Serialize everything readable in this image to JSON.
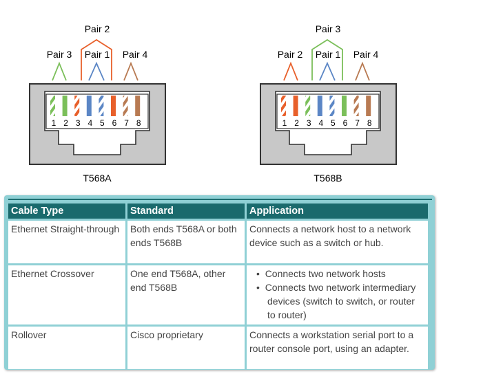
{
  "diagrams": [
    {
      "name": "T568A",
      "caption": "T568A",
      "top_pair": "Pair 2",
      "pairs_row": [
        "Pair 3",
        "Pair 1",
        "Pair 4"
      ],
      "pins": [
        "1",
        "2",
        "3",
        "4",
        "5",
        "6",
        "7",
        "8"
      ]
    },
    {
      "name": "T568B",
      "caption": "T568B",
      "top_pair": "Pair 3",
      "pairs_row": [
        "Pair 2",
        "Pair 1",
        "Pair 4"
      ],
      "pins": [
        "1",
        "2",
        "3",
        "4",
        "5",
        "6",
        "7",
        "8"
      ]
    }
  ],
  "colors": {
    "green": "#7bbf5a",
    "orange": "#e8602b",
    "blue": "#5b86c5",
    "brown": "#b87a52",
    "header": "#1a6a6d",
    "table_border": "#8fd0d5"
  },
  "table": {
    "headers": [
      "Cable Type",
      "Standard",
      "Application"
    ],
    "rows": [
      {
        "cable_type": "Ethernet Straight-through",
        "standard": "Both ends T568A or both ends T568B",
        "application": "Connects a network host to a network device such as a switch or hub."
      },
      {
        "cable_type": "Ethernet Crossover",
        "standard": "One end T568A, other end T568B",
        "application_list": [
          "Connects two network hosts",
          "Connects two network intermediary devices (switch to switch, or router to router)"
        ]
      },
      {
        "cable_type": "Rollover",
        "standard": "Cisco proprietary",
        "application": "Connects a workstation serial port to a router console port, using an adapter."
      }
    ]
  }
}
